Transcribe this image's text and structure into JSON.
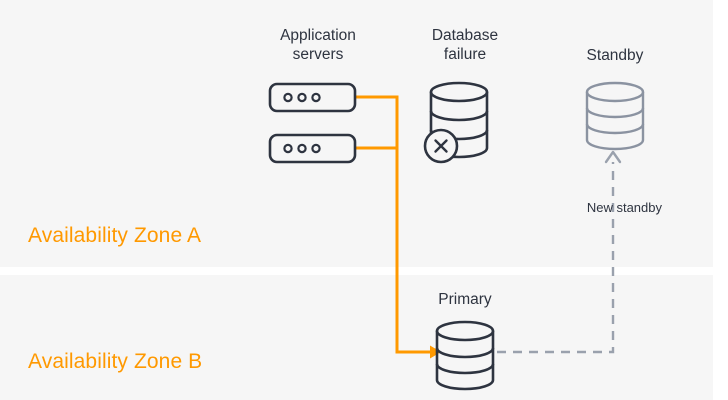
{
  "diagram": {
    "title_colors": {
      "panel_background": "#f6f6f6",
      "page_background": "#ffffff",
      "accent_orange": "#ff9900",
      "node_dark": "#2e3440",
      "node_grey": "#8b93a1",
      "dashed_grey": "#9aa1ad"
    },
    "zones": [
      {
        "id": "zone-a",
        "label": "Availability Zone A"
      },
      {
        "id": "zone-b",
        "label": "Availability Zone B"
      }
    ],
    "nodes": [
      {
        "id": "app-servers",
        "label": "Application\nservers",
        "type": "server-group",
        "count": 2
      },
      {
        "id": "db-failure",
        "label": "Database\nfailure",
        "type": "database",
        "state": "failed"
      },
      {
        "id": "standby",
        "label": "Standby",
        "type": "database",
        "state": "standby"
      },
      {
        "id": "primary",
        "label": "Primary",
        "type": "database",
        "state": "primary"
      }
    ],
    "connections": [
      {
        "id": "app-to-primary",
        "style": "solid",
        "color": "#ff9900",
        "arrow": true
      },
      {
        "id": "primary-to-standby",
        "style": "dashed",
        "color": "#9aa1ad",
        "arrow": true,
        "label": "New standby"
      }
    ],
    "edge_labels": {
      "new_standby": "New standby"
    }
  }
}
